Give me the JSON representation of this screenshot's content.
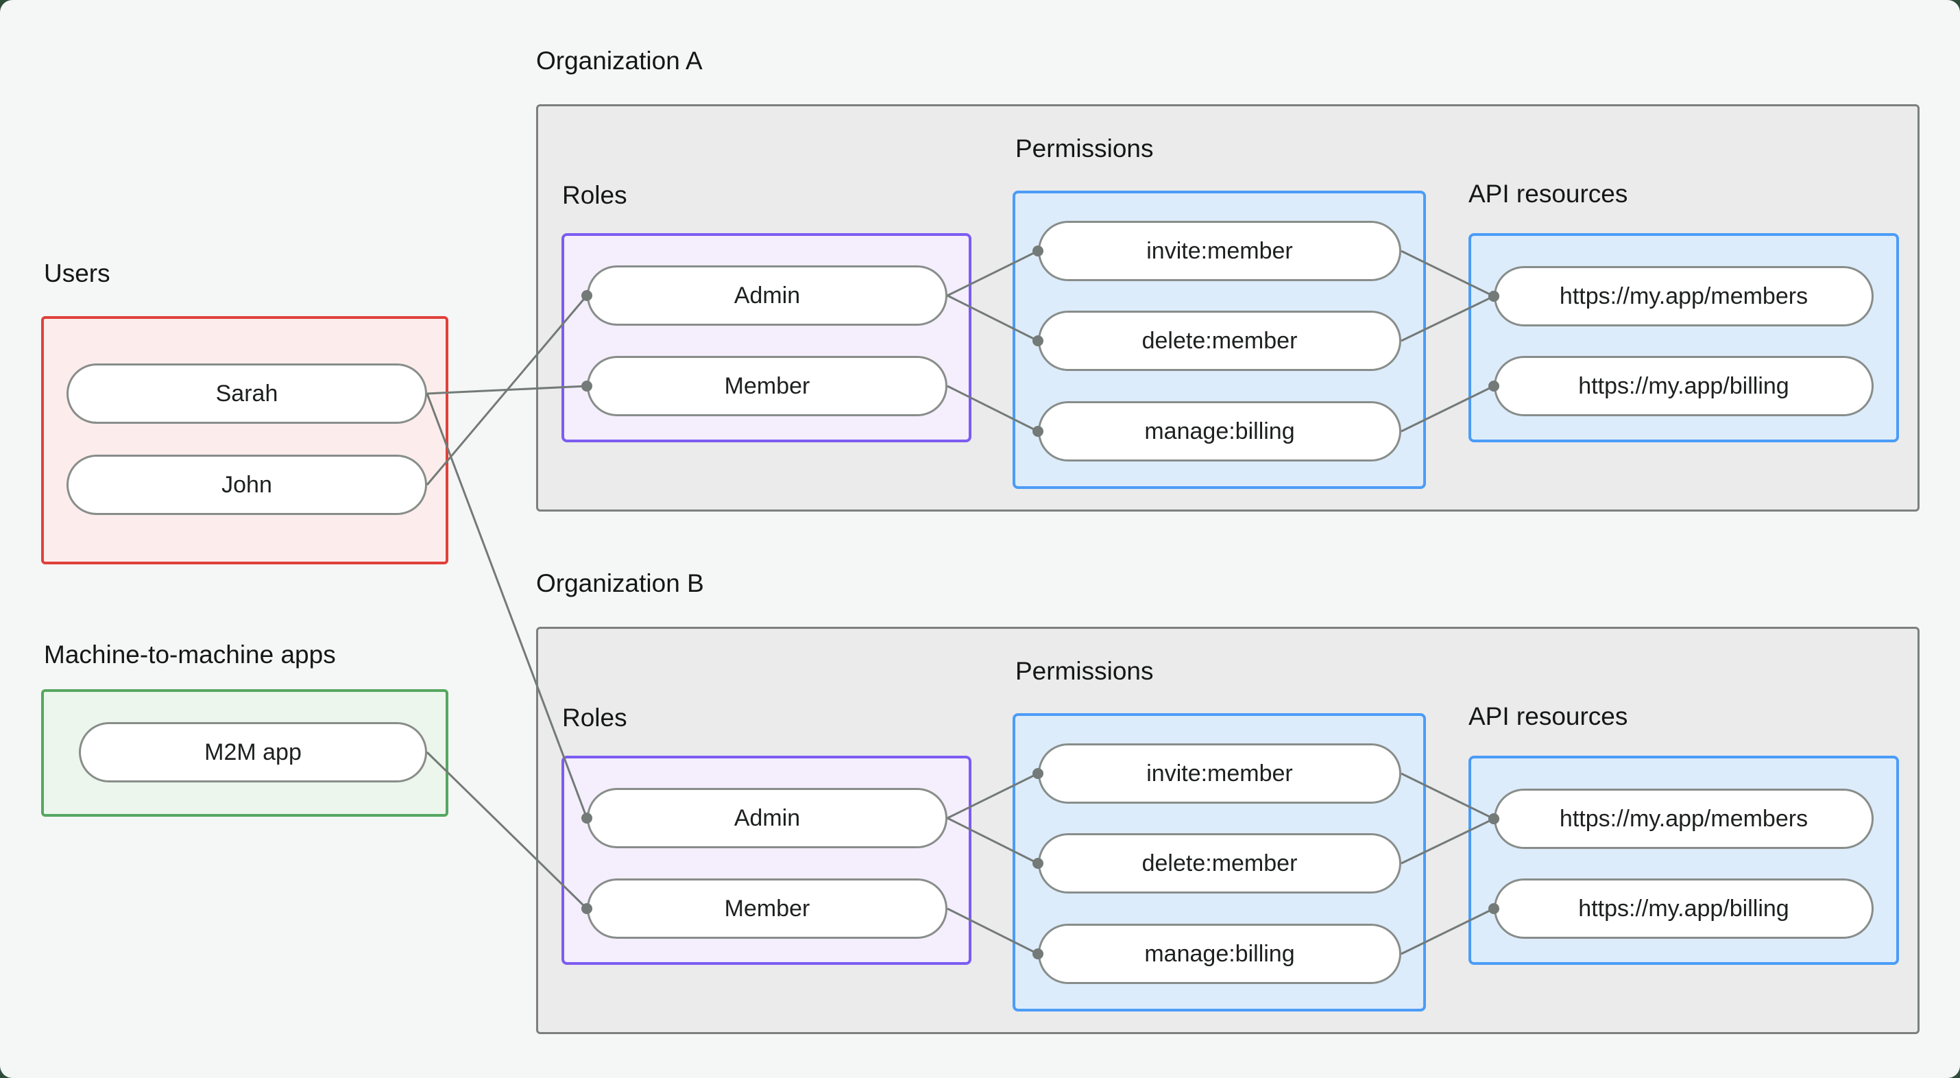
{
  "window": {
    "background": "#f5f7f6",
    "frame": "#2e4d3b"
  },
  "palette": {
    "red": "#e0403a",
    "red_fill": "#fcedec",
    "green": "#56a661",
    "green_fill": "#ecf6ec",
    "purple": "#7c5cf2",
    "purple_fill": "#f4eefd",
    "blue": "#4b9cf7",
    "blue_fill": "#ddecfb",
    "container_border": "#7b807d",
    "container_fill": "#ebebeb",
    "pill_border": "#888d8a",
    "connector": "#737a77",
    "text": "#191b1a"
  },
  "users_group": {
    "title": "Users",
    "nodes": [
      {
        "id": "sarah",
        "label": "Sarah"
      },
      {
        "id": "john",
        "label": "John"
      }
    ]
  },
  "m2m_group": {
    "title": "Machine-to-machine apps",
    "nodes": [
      {
        "id": "m2m",
        "label": "M2M app"
      }
    ]
  },
  "orgs": [
    {
      "id": "orgA",
      "title": "Organization A",
      "roles": {
        "title": "Roles",
        "nodes": [
          {
            "id": "admin",
            "label": "Admin"
          },
          {
            "id": "member",
            "label": "Member"
          }
        ]
      },
      "permissions": {
        "title": "Permissions",
        "nodes": [
          {
            "id": "invite",
            "label": "invite:member"
          },
          {
            "id": "delete",
            "label": "delete:member"
          },
          {
            "id": "manage",
            "label": "manage:billing"
          }
        ]
      },
      "api_resources": {
        "title": "API resources",
        "nodes": [
          {
            "id": "members",
            "label": "https://my.app/members"
          },
          {
            "id": "billing",
            "label": "https://my.app/billing"
          }
        ]
      }
    },
    {
      "id": "orgB",
      "title": "Organization B",
      "roles": {
        "title": "Roles",
        "nodes": [
          {
            "id": "admin",
            "label": "Admin"
          },
          {
            "id": "member",
            "label": "Member"
          }
        ]
      },
      "permissions": {
        "title": "Permissions",
        "nodes": [
          {
            "id": "invite",
            "label": "invite:member"
          },
          {
            "id": "delete",
            "label": "delete:member"
          },
          {
            "id": "manage",
            "label": "manage:billing"
          }
        ]
      },
      "api_resources": {
        "title": "API resources",
        "nodes": [
          {
            "id": "members",
            "label": "https://my.app/members"
          },
          {
            "id": "billing",
            "label": "https://my.app/billing"
          }
        ]
      }
    }
  ],
  "edges": [
    {
      "from": "sarah",
      "to": "orgA.member"
    },
    {
      "from": "john",
      "to": "orgA.admin"
    },
    {
      "from": "sarah",
      "to": "orgB.admin"
    },
    {
      "from": "m2m",
      "to": "orgB.member"
    },
    {
      "from": "orgA.admin",
      "to": "orgA.invite"
    },
    {
      "from": "orgA.admin",
      "to": "orgA.delete"
    },
    {
      "from": "orgA.member",
      "to": "orgA.manage"
    },
    {
      "from": "orgA.invite",
      "to": "orgA.members"
    },
    {
      "from": "orgA.delete",
      "to": "orgA.members"
    },
    {
      "from": "orgA.manage",
      "to": "orgA.billing"
    },
    {
      "from": "orgB.admin",
      "to": "orgB.invite"
    },
    {
      "from": "orgB.admin",
      "to": "orgB.delete"
    },
    {
      "from": "orgB.member",
      "to": "orgB.manage"
    },
    {
      "from": "orgB.invite",
      "to": "orgB.members"
    },
    {
      "from": "orgB.delete",
      "to": "orgB.members"
    },
    {
      "from": "orgB.manage",
      "to": "orgB.billing"
    }
  ]
}
